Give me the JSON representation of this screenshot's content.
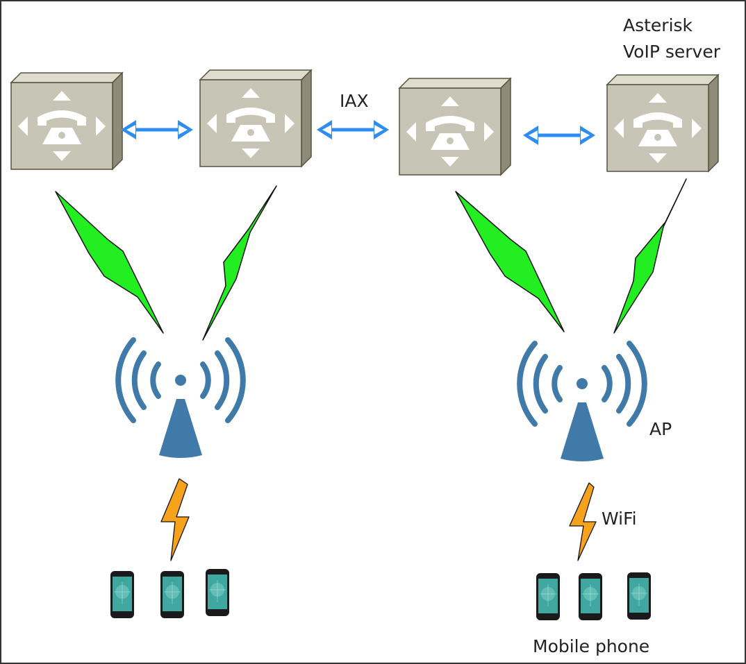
{
  "diagram": {
    "labels": {
      "server_line1": "Asterisk",
      "server_line2": "VoIP server",
      "iax": "IAX",
      "ap": "AP",
      "wifi": "WiFi",
      "mobile_phone": "Mobile phone"
    },
    "nodes": {
      "servers": [
        "server-1",
        "server-2",
        "server-3",
        "server-4"
      ],
      "access_points": [
        "ap-left",
        "ap-right"
      ],
      "phone_groups": [
        "phones-left",
        "phones-right"
      ]
    },
    "colors": {
      "server_face": "#c7c5b5",
      "server_side": "#8e8b78",
      "server_top": "#dddccd",
      "ip_link_arrow": "#2f8cf0",
      "radio_link_bolt": "#22ee22",
      "wifi_bolt": "#f7a21c",
      "ap_blue": "#3f7aa8",
      "phone_screen": "#3fa6a0"
    }
  }
}
